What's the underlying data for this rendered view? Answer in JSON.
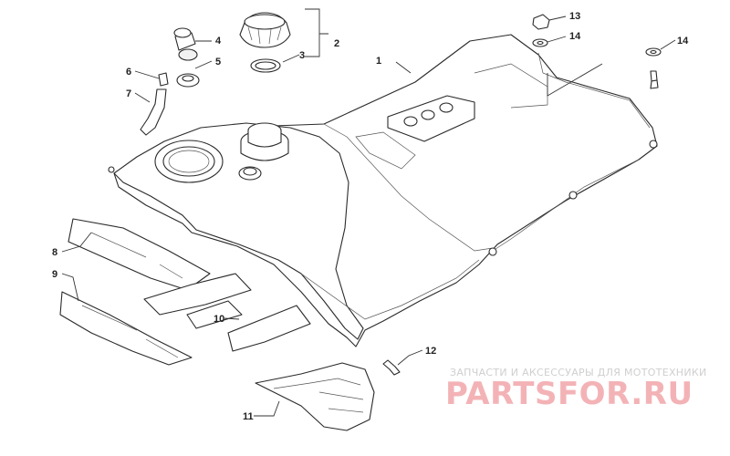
{
  "callouts": [
    "1",
    "2",
    "3",
    "4",
    "5",
    "6",
    "7",
    "8",
    "9",
    "10",
    "11",
    "12",
    "13",
    "14",
    "14"
  ],
  "watermark": {
    "tagline": "ЗАПЧАСТИ И АКСЕССУАРЫ ДЛЯ МОТОТЕХНИКИ",
    "brand": "PARTSFOR.RU"
  }
}
